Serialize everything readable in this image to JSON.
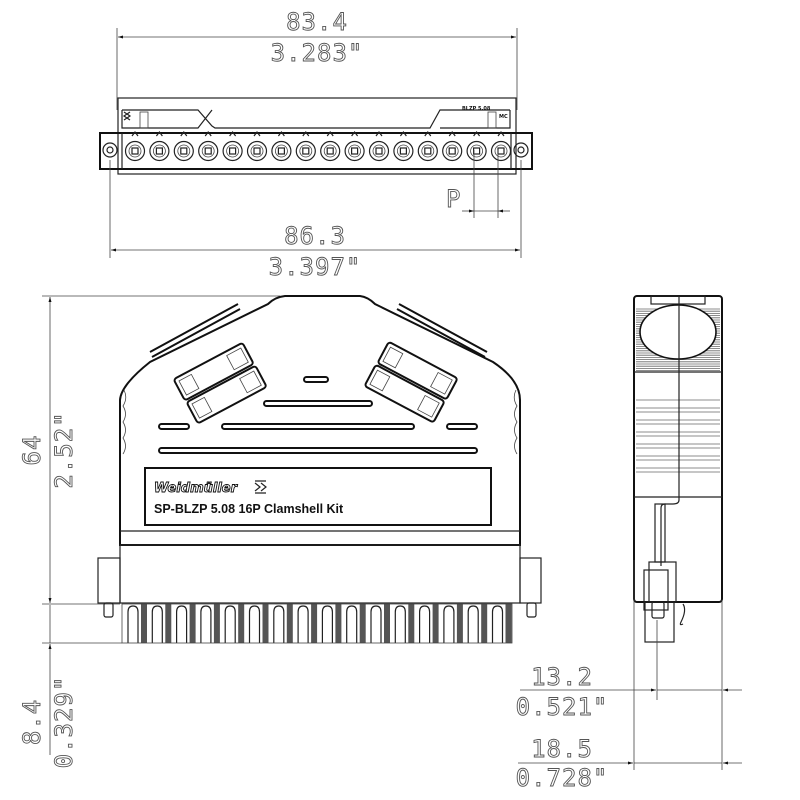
{
  "drawing": {
    "type": "technical-dimension-drawing",
    "product_label": {
      "brand": "Weidmüller",
      "product_name": "SP-BLZP 5.08 16P Clamshell Kit"
    },
    "top_view": {
      "inner_width": {
        "mm": "83.4",
        "inch": "3.283\""
      },
      "overall_width": {
        "mm": "86.3",
        "inch": "3.397\""
      },
      "pitch_label": "P",
      "pin_count": 16,
      "small_marking_left": "BLZP 5.08",
      "small_marking_right": "MC"
    },
    "front_view": {
      "height": {
        "mm": "64",
        "inch": "2.52\""
      },
      "pin_length": {
        "mm": "8.4",
        "inch": "0.329\""
      }
    },
    "side_view": {
      "depth_small": {
        "mm": "13.2",
        "inch": "0.521\""
      },
      "depth_large": {
        "mm": "18.5",
        "inch": "0.728\""
      }
    },
    "colors": {
      "line": "#222222",
      "dimension_text": "#555555",
      "background": "#ffffff"
    }
  }
}
